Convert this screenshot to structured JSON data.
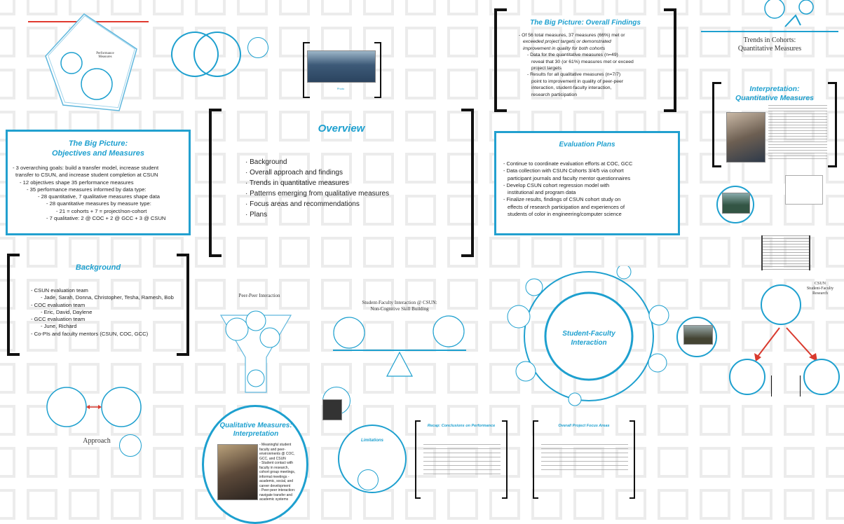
{
  "overview": {
    "title": "Overview",
    "items": [
      "· Background",
      "· Overall approach and findings",
      "· Trends in quantitative measures",
      "· Patterns emerging from qualitative measures",
      "· Focus areas and recommendations",
      "· Plans"
    ]
  },
  "objectives": {
    "title": "The Big Picture:\nObjectives and Measures",
    "items": [
      "- 3 overarching goals: build a transfer model, increase student",
      "transfer to CSUN, and increase student completion at CSUN",
      "- 12 objectives shape 35 performance measures",
      "- 35 performance measures informed by data type:",
      "- 28 quantitative, 7 qualitative measures shape data",
      "- 28 quantitative measures by measure type:",
      "- 21 = cohorts + 7 = project/non-cohort",
      "- 7 qualitative: 2 @ COC + 2 @ GCC + 3 @ CSUN"
    ]
  },
  "background": {
    "title": "Background",
    "items": [
      "- CSUN evaluation team",
      "- Jade, Sarah, Donna, Christopher, Tesha, Ramesh, Bob",
      "- COC evaluation team",
      "- Eric, David, Daylene",
      "- GCC evaluation team",
      "- June, Richard",
      "- Co-PIs and faculty mentors (CSUN, COC, GCC)"
    ]
  },
  "findings": {
    "title": "The Big Picture: Overall Findings",
    "items": [
      "- Of 56 total measures, 37 measures (66%) met or",
      "exceeded project targets or demonstrated",
      "improvement in quality for both cohorts",
      "- Data for the quantitative measures (n=49)",
      "reveal that 30 (or 61%) measures met or exceed",
      "project targets",
      "- Results for all qualitative measures (n=7/7)",
      "point to improvement in quality of peer-peer",
      "interaction, student-faculty interaction,",
      "research participation"
    ]
  },
  "plans": {
    "title": "Evaluation Plans",
    "items": [
      "- Continue to coordinate evaluation efforts at COC, GCC",
      "- Data collection with CSUN Cohorts 3/4/5 via cohort",
      "participant journals and faculty mentor questionnaires",
      "- Develop CSUN cohort regression model with",
      "institutional and program data",
      "- Finalize results, findings of CSUN cohort study on",
      "effects of research participation and experiences of",
      "students of color in engineering/computer science"
    ]
  },
  "trends": {
    "title": "Trends in Cohorts:\nQuantitative Measures"
  },
  "interp_quant": {
    "title": "Interpretation:\nQuantitative Measures"
  },
  "interp_qual": {
    "title": "Qualitative Measures:\nInterpretation",
    "items": [
      "- Meaningful student",
      "faculty and peer-",
      "environments @ COC,",
      "GCC, and CSUN",
      "- Student contact with",
      "faculty in research,",
      "cohort group meetings,",
      "informal meetings -",
      "academic, social, and",
      "career development",
      "- Peer-peer interaction:",
      "navigate transfer and",
      "academic systems"
    ]
  },
  "sfi": {
    "title": "Student-Faculty\nInteraction"
  },
  "peer_label": "Peer-Peer Interaction",
  "sfi_csun_label": "Student-Faculty Interaction @ CSUN:\nNon-Cognitive Skill Building",
  "approach_label": "Approach",
  "csun_sfr_label": "CSUN\nStudent-Faculty\nResearch",
  "performance_label": "Performance\nMeasures",
  "recap_title": "Recap: Conclusions on Performance",
  "focus_title": "Overall Project Focus Areas",
  "limitations_title": "Limitations",
  "photo_caption": "Photo"
}
